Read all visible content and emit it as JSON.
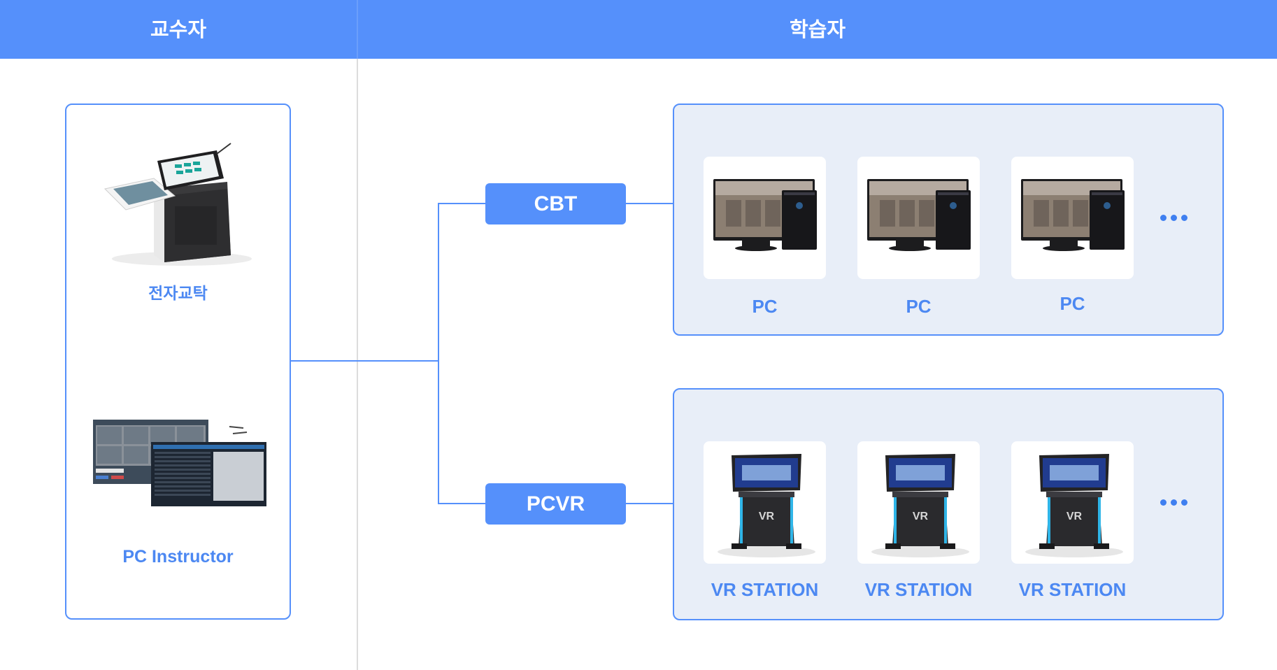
{
  "header": {
    "left_title": "교수자",
    "right_title": "학습자"
  },
  "instructor": {
    "devices": [
      {
        "label": "전자교탁",
        "icon": "electronic-podium-icon"
      },
      {
        "label": "PC Instructor",
        "icon": "instructor-screens-icon"
      }
    ]
  },
  "modes": [
    {
      "label": "CBT"
    },
    {
      "label": "PCVR"
    }
  ],
  "learner_groups": [
    {
      "items": [
        "PC",
        "PC",
        "PC"
      ],
      "icon": "desktop-pc-icon",
      "more": "more-dots-icon"
    },
    {
      "items": [
        "VR STATION",
        "VR STATION",
        "VR STATION"
      ],
      "icon": "vr-station-kiosk-icon",
      "more": "more-dots-icon"
    }
  ],
  "colors": {
    "accent": "#5590fb",
    "label": "#4c88f2",
    "group_bg": "#e8eef8",
    "divider": "#dcdcdc"
  }
}
